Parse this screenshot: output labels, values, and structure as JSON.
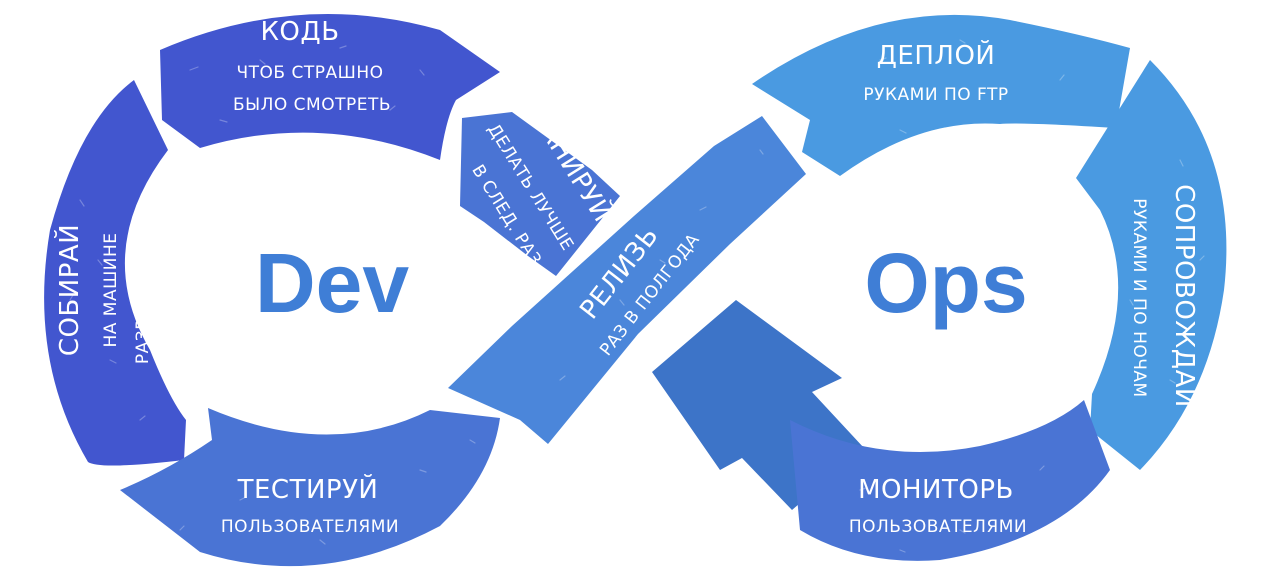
{
  "left_label": "Dev",
  "right_label": "Ops",
  "steps": {
    "code": {
      "title": "КОДЬ",
      "line1": "ЧТОБ СТРАШНО",
      "line2": "БЫЛО СМОТРЕТЬ"
    },
    "build": {
      "title": "СОБИРАЙ",
      "line1": "НА МАШИНЕ",
      "line2": "РАЗРАБОТЧИКА"
    },
    "test": {
      "title": "ТЕСТИРУЙ",
      "line1": "ПОЛЬЗОВАТЕЛЯМИ"
    },
    "plan": {
      "title": "ПЛАНИРУЙ",
      "line1": "ДЕЛАТЬ ЛУЧШЕ",
      "line2": "В СЛЕД. РАЗ"
    },
    "release": {
      "title": "РЕЛИЗЬ",
      "line1": "РАЗ В ПОЛГОДА"
    },
    "deploy": {
      "title": "ДЕПЛОЙ",
      "line1": "РУКАМИ ПО FTP"
    },
    "operate": {
      "title": "СОПРОВОЖДАЙ",
      "line1": "РУКАМИ И ПО НОЧАМ"
    },
    "monitor": {
      "title": "МОНИТОРЬ",
      "line1": "ПОЛЬЗОВАТЕЛЯМИ"
    }
  },
  "colors": {
    "dev_dark": "#4256cf",
    "dev_mid": "#4a74d4",
    "ops_light": "#4a9ae1",
    "label_blue": "#3f7ed6"
  }
}
